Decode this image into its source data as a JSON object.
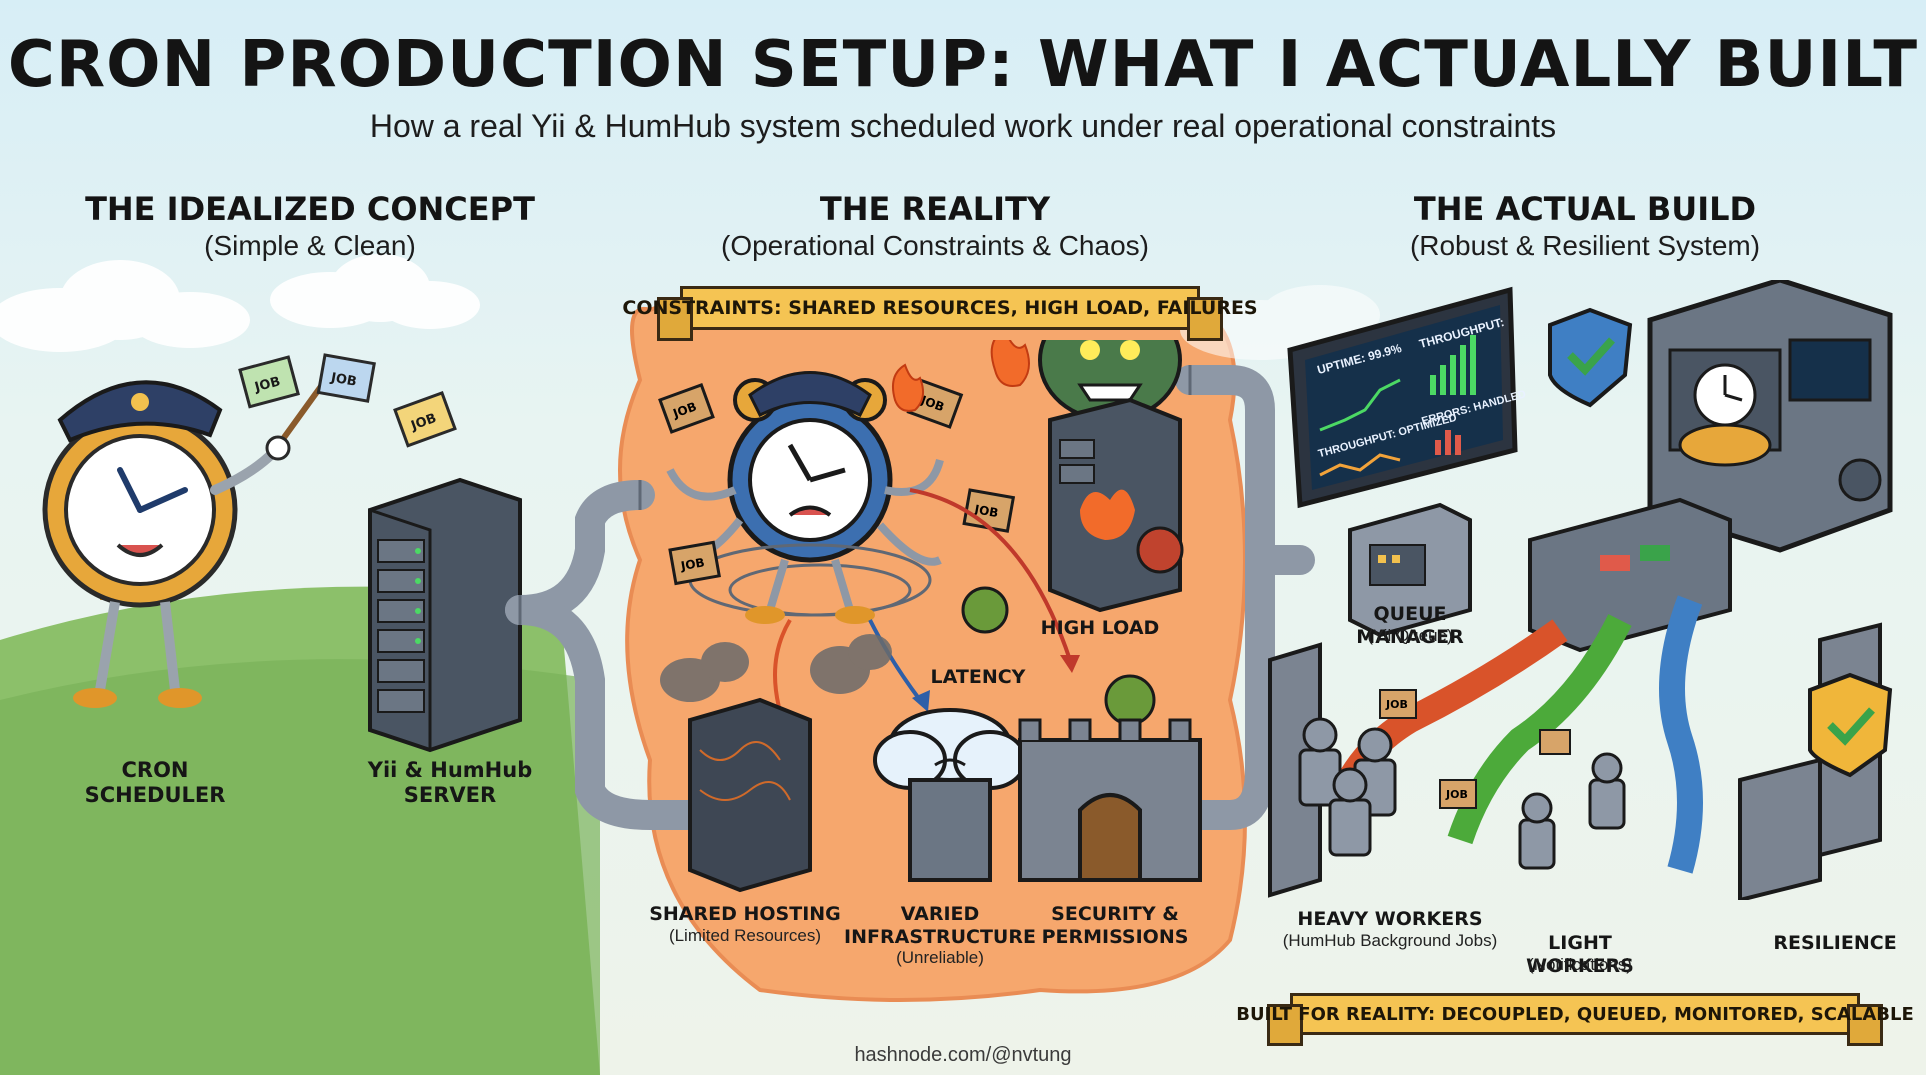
{
  "header": {
    "title": "CRON PRODUCTION SETUP: WHAT I ACTUALLY BUILT",
    "subtitle": "How a real Yii & HumHub system scheduled work under real operational constraints"
  },
  "columns": {
    "idealized": {
      "title": "THE IDEALIZED CONCEPT",
      "subtitle": "(Simple & Clean)"
    },
    "reality": {
      "title": "THE REALITY",
      "subtitle": "(Operational Constraints & Chaos)"
    },
    "build": {
      "title": "THE ACTUAL BUILD",
      "subtitle": "(Robust & Resilient System)"
    }
  },
  "idealized": {
    "cron_label_line1": "CRON",
    "cron_label_line2": "SCHEDULER",
    "server_label_line1": "Yii & HumHub",
    "server_label_line2": "SERVER",
    "job_label": "JOB"
  },
  "reality": {
    "banner": "CONSTRAINTS: SHARED RESOURCES, HIGH LOAD, FAILURES",
    "high_load": "HIGH LOAD",
    "latency": "LATENCY",
    "shared_hosting": "SHARED HOSTING",
    "shared_hosting_note": "(Limited Resources)",
    "varied_infra_line1": "VARIED",
    "varied_infra_line2": "INFRASTRUCTURE",
    "varied_infra_note": "(Unreliable)",
    "security_line1": "SECURITY &",
    "security_line2": "PERMISSIONS",
    "job_label": "JOB"
  },
  "build": {
    "dashboard": {
      "uptime": "UPTIME: 99.9%",
      "throughput": "THROUGHPUT:",
      "throughput_optimized": "THROUGHPUT: OPTIMIZED",
      "errors": "ERRORS: HANDLED"
    },
    "queue_manager": "QUEUE MANAGER",
    "queue_manager_note": "(Yii Queue)",
    "heavy_workers": "HEAVY WORKERS",
    "heavy_workers_note": "(HumHub Background Jobs)",
    "light_workers": "LIGHT WORKERS",
    "light_workers_note": "(Notifications)",
    "resilience": "RESILIENCE",
    "banner": "BUILT FOR REALITY: DECOUPLED, QUEUED, MONITORED, SCALABLE",
    "job_label": "JOB"
  },
  "footer": {
    "credit": "hashnode.com/@nvtung"
  },
  "colors": {
    "banner": "#f5c453",
    "chaos_zone": "#f6a76d",
    "pipe": "#8e98a6",
    "server": "#4a5563",
    "check_green": "#3aa34a",
    "shield_blue": "#3f7fc4",
    "shield_gold": "#f0b63a"
  },
  "icons": [
    "clock-mascot-icon",
    "server-rack-icon",
    "job-box-icon",
    "monster-icon",
    "goblin-icon",
    "fire-icon",
    "smoke-icon",
    "cloud-icon",
    "castle-icon",
    "shield-check-icon",
    "robot-worker-icon",
    "conveyor-belt-icon",
    "dashboard-monitor-icon"
  ]
}
